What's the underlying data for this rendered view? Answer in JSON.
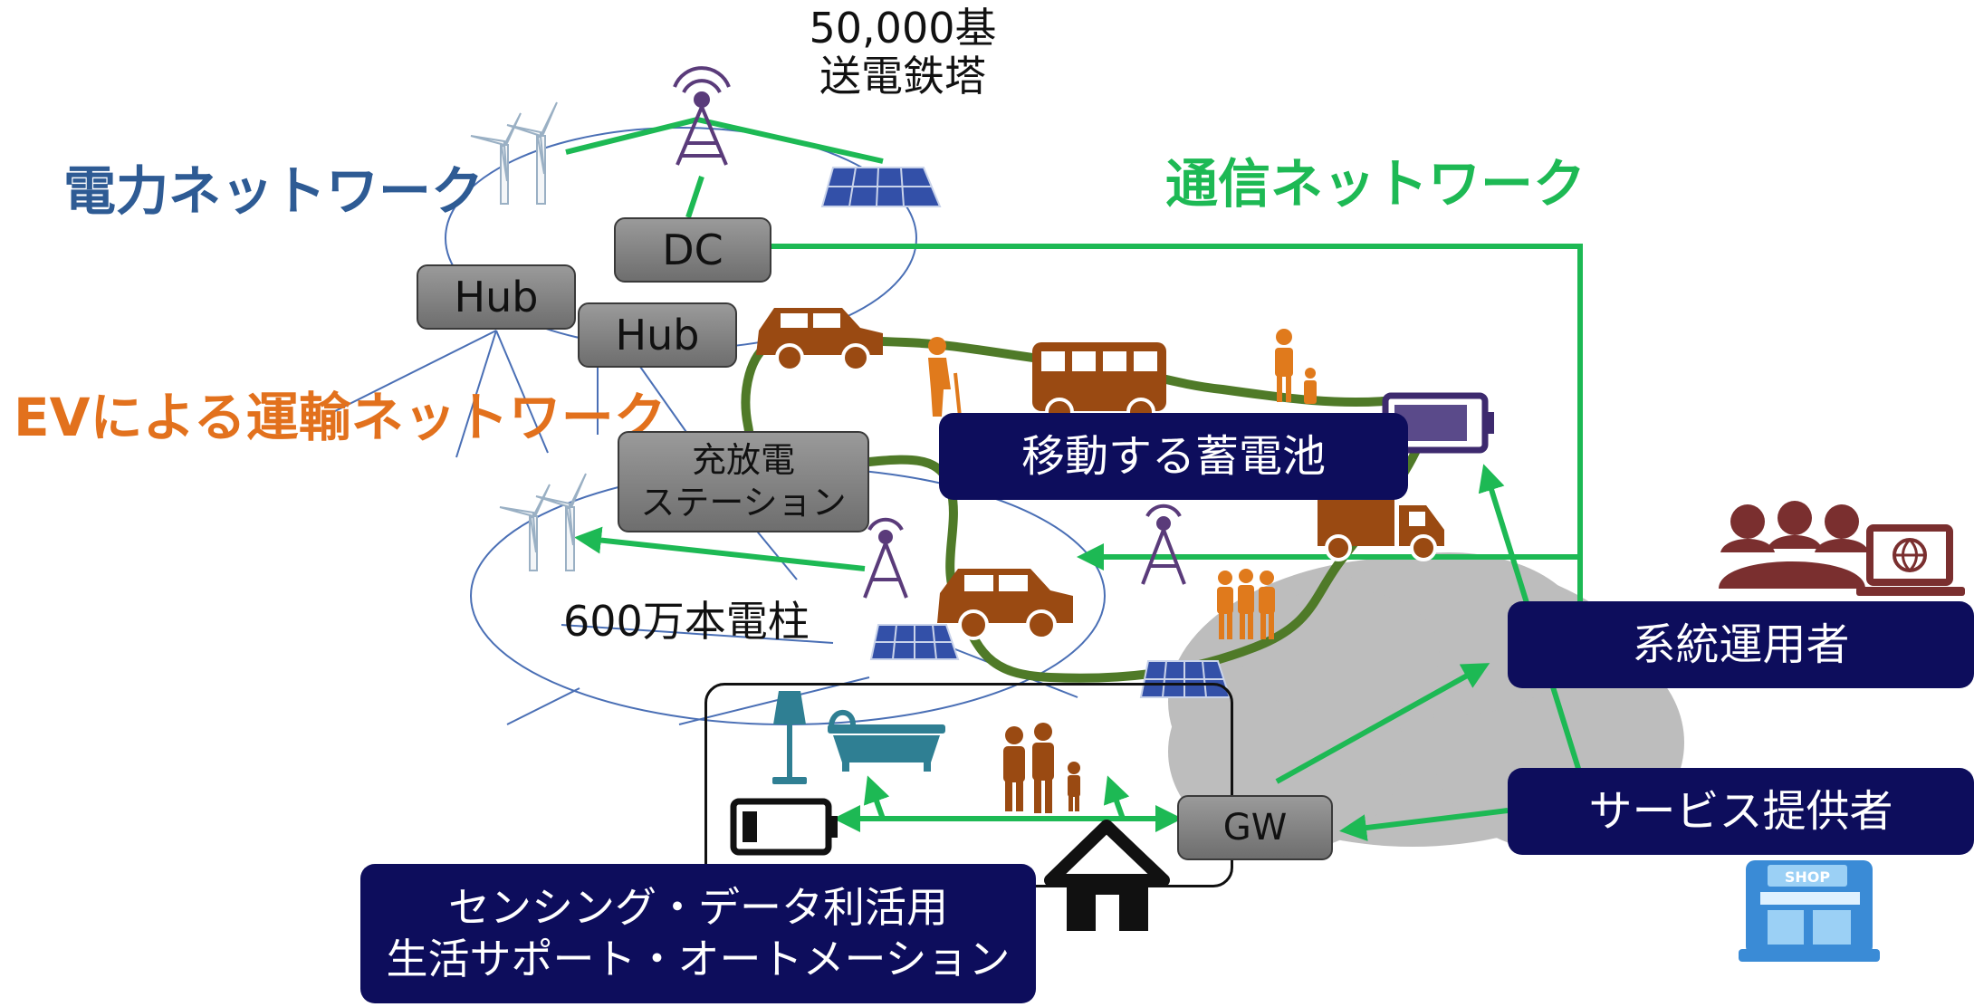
{
  "labels": {
    "towers": "50,000基\n送電鉄塔",
    "power_network": "電力ネットワーク",
    "comm_network": "通信ネットワーク",
    "ev_network": "EVによる運輸ネットワーク",
    "poles": "600万本電柱"
  },
  "boxes": {
    "dc": "DC",
    "hub1": "Hub",
    "hub2": "Hub",
    "station": "充放電\nステーション",
    "gw": "GW",
    "mobile_battery": "移動する蓄電池",
    "grid_operator": "系統運用者",
    "service_provider": "サービス提供者",
    "sensing": "センシング・データ利活用\n生活サポート・オートメーション"
  },
  "shop_sign": "SHOP",
  "colors": {
    "power_blue": "#2e5b94",
    "comm_green": "#1db954",
    "ev_orange": "#e2711d",
    "ev_route": "#4f7a28",
    "navy": "#0d0d5c",
    "brown": "#9a4a12",
    "person_orange": "#e07a1c",
    "cloud_gray": "#bdbdbd"
  },
  "icons": [
    "wind-turbine-icon",
    "transmission-tower-icon",
    "solar-panel-icon",
    "car-icon",
    "bus-icon",
    "truck-icon",
    "battery-icon",
    "house-icon",
    "lamp-icon",
    "bathtub-icon",
    "people-icon",
    "elderly-icon",
    "meeting-icon",
    "shop-icon"
  ]
}
